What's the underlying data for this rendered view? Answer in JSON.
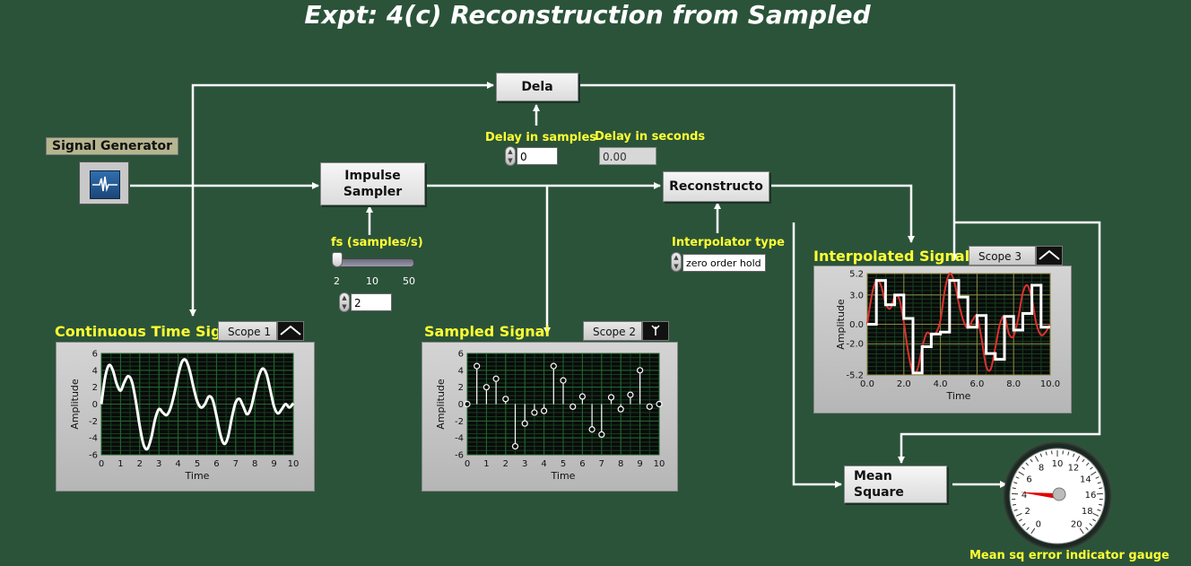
{
  "title": "Expt: 4(c) Reconstruction from Sampled",
  "blocks": {
    "signal_generator": "Signal Generator",
    "delay": "Dela",
    "impulse_sampler_line1": "Impulse",
    "impulse_sampler_line2": "Sampler",
    "reconstructor": "Reconstructo",
    "mean_square_line1": "Mean",
    "mean_square_line2": "Square"
  },
  "controls": {
    "delay_samples_label": "Delay in samples",
    "delay_samples_value": "0",
    "delay_seconds_label": "Delay in seconds",
    "delay_seconds_value": "0.00",
    "fs_label": "fs (samples/s)",
    "fs_slider_ticks": [
      "2",
      "10",
      "50"
    ],
    "fs_slider_level": 0,
    "fs_value": "2",
    "interp_label": "Interpolator type",
    "interp_value": "zero order hold",
    "gauge_label": "Mean sq error indicator gauge"
  },
  "scopes": {
    "continuous": {
      "title": "Continuous Time Signal",
      "button": "Scope 1",
      "ylabel": "Amplitude",
      "xlabel": "Time",
      "yticks": [
        "6",
        "4",
        "2",
        "0",
        "-2",
        "-4",
        "-6"
      ],
      "xticks": [
        "0",
        "1",
        "2",
        "3",
        "4",
        "5",
        "6",
        "7",
        "8",
        "9",
        "10"
      ]
    },
    "sampled": {
      "title": "Sampled Signal",
      "button": "Scope 2",
      "ylabel": "Amplitude",
      "xlabel": "Time",
      "yticks": [
        "6",
        "4",
        "2",
        "0",
        "-2",
        "-4",
        "-6"
      ],
      "xticks": [
        "0",
        "1",
        "2",
        "3",
        "4",
        "5",
        "6",
        "7",
        "8",
        "9",
        "10"
      ]
    },
    "interpolated": {
      "title": "Interpolated Signal",
      "button": "Scope 3",
      "ylabel": "Amplitude",
      "xlabel": "Time",
      "yticks": [
        "5.2",
        "3.0",
        "0.0",
        "-2.0",
        "-5.2"
      ],
      "xticks": [
        "0.0",
        "2.0",
        "4.0",
        "6.0",
        "8.0",
        "10.0"
      ]
    }
  },
  "gauge": {
    "ticks": [
      "0",
      "2",
      "4",
      "6",
      "8",
      "10",
      "12",
      "14",
      "16",
      "18",
      "20"
    ],
    "value": 4.2
  },
  "colors": {
    "background": "#2b533a",
    "label_yellow": "#ffff33",
    "trace_white": "#ffffff",
    "trace_red": "#e03030",
    "grid": "#1e6b2e"
  },
  "chart_data": [
    {
      "type": "line",
      "name": "Continuous Time Signal",
      "xlim": [
        0,
        10
      ],
      "ylim": [
        -6,
        6
      ],
      "x": [
        0,
        0.2,
        0.4,
        0.6,
        0.8,
        1.0,
        1.2,
        1.4,
        1.6,
        1.8,
        2.0,
        2.2,
        2.4,
        2.6,
        2.8,
        3.0,
        3.2,
        3.4,
        3.6,
        3.8,
        4.0,
        4.2,
        4.4,
        4.6,
        4.8,
        5.0,
        5.2,
        5.4,
        5.6,
        5.8,
        6.0,
        6.2,
        6.4,
        6.6,
        6.8,
        7.0,
        7.2,
        7.4,
        7.6,
        7.8,
        8.0,
        8.2,
        8.4,
        8.6,
        8.8,
        9.0,
        9.2,
        9.4,
        9.6,
        9.8,
        10.0
      ],
      "y": [
        0,
        3.2,
        4.6,
        4.0,
        2.4,
        1.6,
        2.6,
        3.3,
        2.6,
        0.3,
        -2.6,
        -4.8,
        -5.3,
        -4.0,
        -1.8,
        -0.6,
        -1.0,
        -1.3,
        -0.5,
        1.2,
        3.4,
        5.0,
        5.2,
        4.0,
        2.0,
        0.3,
        -0.4,
        0.0,
        0.9,
        0.5,
        -1.4,
        -3.6,
        -4.7,
        -3.9,
        -1.6,
        0.2,
        0.6,
        -0.3,
        -1.2,
        -0.4,
        1.5,
        3.3,
        4.2,
        3.6,
        1.7,
        -0.3,
        -1.1,
        -0.6,
        0.0,
        -0.4,
        0.1
      ]
    },
    {
      "type": "scatter",
      "name": "Sampled Signal",
      "xlim": [
        0,
        10
      ],
      "ylim": [
        -6,
        6
      ],
      "x": [
        0,
        0.5,
        1.0,
        1.5,
        2.0,
        2.5,
        3.0,
        3.5,
        4.0,
        4.5,
        5.0,
        5.5,
        6.0,
        6.5,
        7.0,
        7.5,
        8.0,
        8.5,
        9.0,
        9.5,
        10.0
      ],
      "y": [
        0,
        4.5,
        2.0,
        3.0,
        0.6,
        -5.0,
        -2.3,
        -1.0,
        -0.8,
        4.5,
        2.8,
        -0.3,
        0.9,
        -3.0,
        -3.6,
        0.8,
        -0.6,
        1.1,
        4.0,
        -0.3,
        0.0
      ]
    },
    {
      "type": "line",
      "name": "Interpolated Signal",
      "xlim": [
        0,
        10
      ],
      "ylim": [
        -5.2,
        5.2
      ],
      "series": [
        {
          "x": [
            0,
            0.25,
            0.5,
            0.75,
            1.0,
            1.25,
            1.5,
            1.75,
            2.0,
            2.25,
            2.5,
            2.75,
            3.0,
            3.25,
            3.5,
            3.75,
            4.0,
            4.25,
            4.5,
            4.75,
            5.0,
            5.25,
            5.5,
            5.75,
            6.0,
            6.25,
            6.5,
            6.75,
            7.0,
            7.25,
            7.5,
            7.75,
            8.0,
            8.25,
            8.5,
            8.75,
            9.0,
            9.25,
            9.5,
            9.75,
            10.0
          ],
          "y": [
            0,
            3.0,
            4.5,
            4.0,
            2.2,
            1.6,
            2.8,
            2.6,
            0.2,
            -3.0,
            -5.0,
            -4.6,
            -2.4,
            -0.9,
            -1.1,
            -0.9,
            0.4,
            3.6,
            5.2,
            4.4,
            2.2,
            0.4,
            -0.4,
            0.4,
            0.8,
            -1.5,
            -4.3,
            -4.6,
            -2.4,
            0.0,
            0.8,
            -1.0,
            -1.2,
            0.6,
            3.2,
            4.0,
            2.6,
            0.0,
            -1.1,
            -0.8,
            0.0
          ]
        },
        {
          "x": [
            0,
            0.5,
            0.5,
            1.0,
            1.0,
            1.5,
            1.5,
            2.0,
            2.0,
            2.5,
            2.5,
            3.0,
            3.0,
            3.5,
            3.5,
            4.0,
            4.0,
            4.5,
            4.5,
            5.0,
            5.0,
            5.5,
            5.5,
            6.0,
            6.0,
            6.5,
            6.5,
            7.0,
            7.0,
            7.5,
            7.5,
            8.0,
            8.0,
            8.5,
            8.5,
            9.0,
            9.0,
            9.5,
            9.5,
            10.0
          ],
          "y": [
            0,
            0,
            4.5,
            4.5,
            2.0,
            2.0,
            3.0,
            3.0,
            0.6,
            0.6,
            -5.0,
            -5.0,
            -2.3,
            -2.3,
            -1.0,
            -1.0,
            -0.8,
            -0.8,
            4.5,
            4.5,
            2.8,
            2.8,
            -0.3,
            -0.3,
            0.9,
            0.9,
            -3.0,
            -3.0,
            -3.6,
            -3.6,
            0.8,
            0.8,
            -0.6,
            -0.6,
            1.1,
            1.1,
            4.0,
            4.0,
            -0.3,
            -0.3
          ]
        }
      ]
    }
  ]
}
